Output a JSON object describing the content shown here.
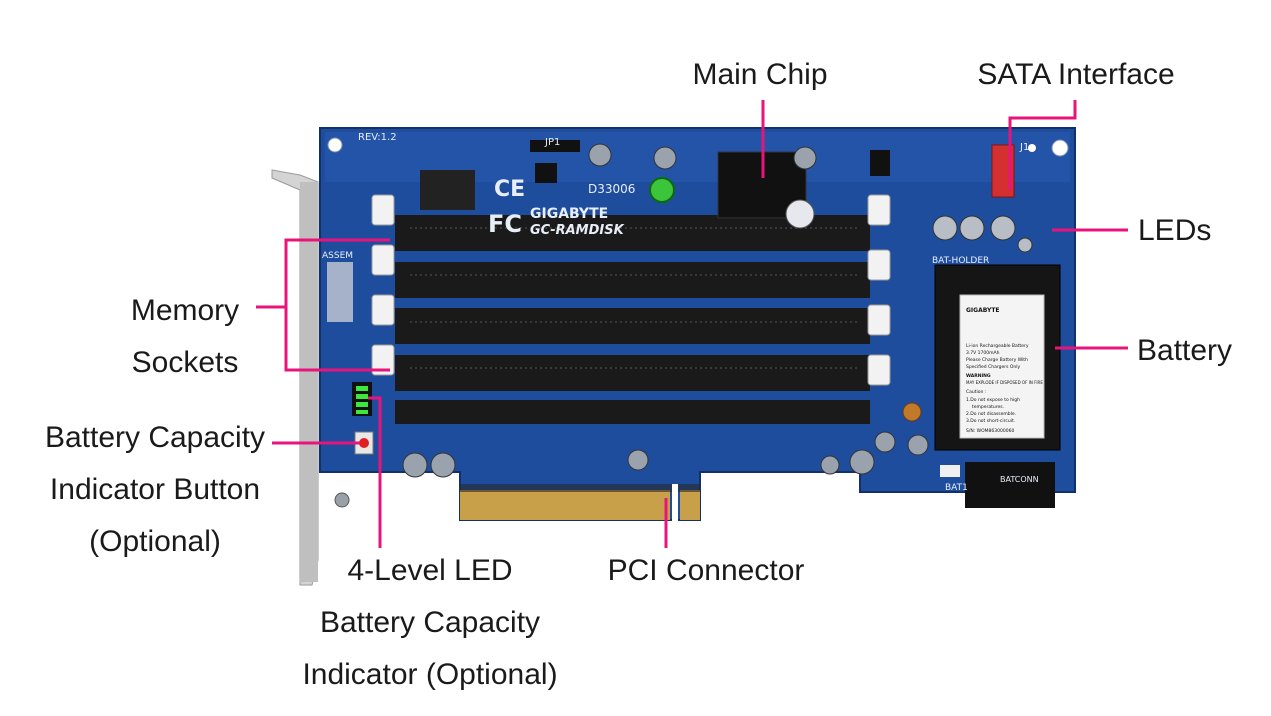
{
  "callouts": {
    "main_chip": "Main Chip",
    "sata_interface": "SATA Interface",
    "leds": "LEDs",
    "memory_sockets": [
      "Memory",
      "Sockets"
    ],
    "battery": "Battery",
    "battery_button": [
      "Battery Capacity",
      "Indicator Button",
      "(Optional)"
    ],
    "led_indicator": [
      "4-Level LED",
      "Battery Capacity",
      "Indicator (Optional)"
    ],
    "pci_connector": "PCI Connector"
  },
  "board": {
    "brand": "GIGABYTE",
    "model": "GC-RAMDISK",
    "rev": "REV:1.2",
    "code": "D33006",
    "jp1": "JP1",
    "j1": "J1",
    "ce": "CE",
    "fc": "FC",
    "bat_holder": "BAT-HOLDER",
    "bat1": "BAT1",
    "batconn": "BATCONN",
    "assem": "ASSEM"
  },
  "battery_label": {
    "logo": "GIGABYTE",
    "line1": "Li-ion Rechargeable Battery",
    "line2": "3.7V  1700mAh",
    "line3": "Please Charge Battery With",
    "line4": "Specified   Chargers  Only",
    "warning": "WARNING",
    "explode": "MAY EXPLODE IF DISPOSED OF IN FIRE",
    "caution": "Caution :",
    "c1": "1.Do not expose to high",
    "c1b": "temperatures.",
    "c2": "2.Do not disassemble.",
    "c3": "3.Do not short-circuit.",
    "sn": "S/N: WOM863000060"
  },
  "colors": {
    "pcb": "#1f4d9e",
    "pcb_dark": "#173c7d",
    "leader": "#e8137b",
    "gold": "#c9a04a",
    "slot": "#1a1a1a"
  }
}
